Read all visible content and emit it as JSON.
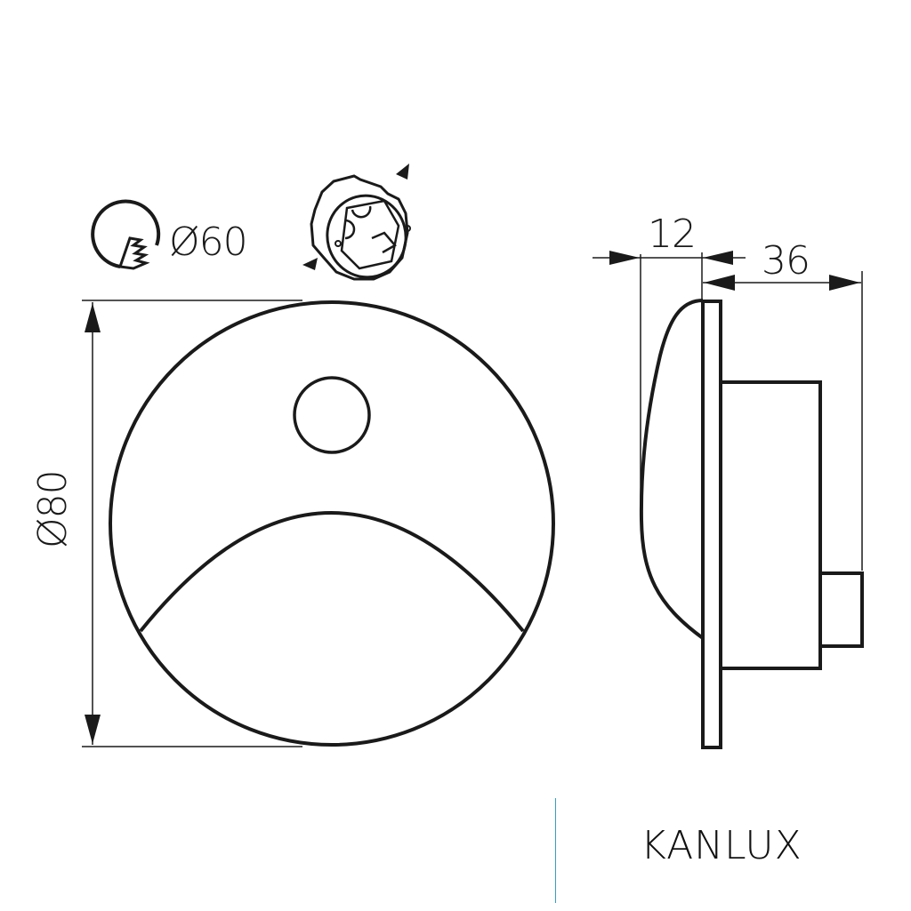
{
  "front_view": {
    "diameter_label": "Ø80",
    "outer_diameter_mm": 80
  },
  "mounting": {
    "hole_label": "Ø60",
    "hole_diameter_mm": 60,
    "saw_icon": "hole-saw-icon",
    "box_icon": "flush-mounting-box-icon"
  },
  "side_view": {
    "front_depth_label": "12",
    "front_depth_mm": 12,
    "rear_depth_label": "36",
    "rear_depth_mm": 36
  },
  "brand": {
    "name": "KANLUX",
    "divider_color": "#3a9cc4"
  },
  "colors": {
    "line": "#1a1a1a",
    "background": "#ffffff"
  }
}
